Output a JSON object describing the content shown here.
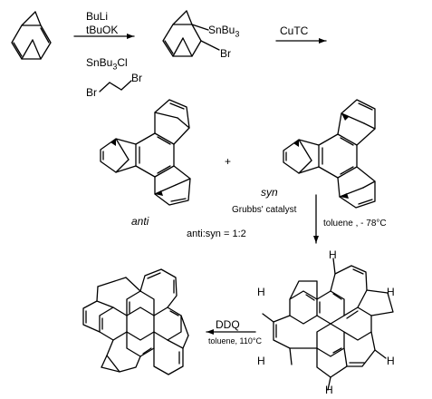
{
  "reagents_step1": {
    "line1": "BuLi",
    "line2": "tBuOK",
    "line3": "SnBu",
    "line3_sub": "3",
    "line3_end": "Cl"
  },
  "intermediate_labels": {
    "snbu3": "SnBu",
    "snbu3_sub": "3",
    "br": "Br"
  },
  "reagent_dibromoethane": {
    "br_left": "Br",
    "br_right": "Br"
  },
  "reagent_step2": "CuTC",
  "plus_sign": "+",
  "isomers": {
    "anti_label": "anti",
    "syn_label": "syn",
    "ratio": "anti:syn = 1:2"
  },
  "step3": {
    "catalyst": "Grubbs' catalyst",
    "conditions": "toluene , - 78°C"
  },
  "step4": {
    "reagent": "DDQ",
    "conditions": "toluene, 110°C"
  },
  "h_labels": [
    "H",
    "H",
    "H",
    "H",
    "H",
    "H"
  ]
}
